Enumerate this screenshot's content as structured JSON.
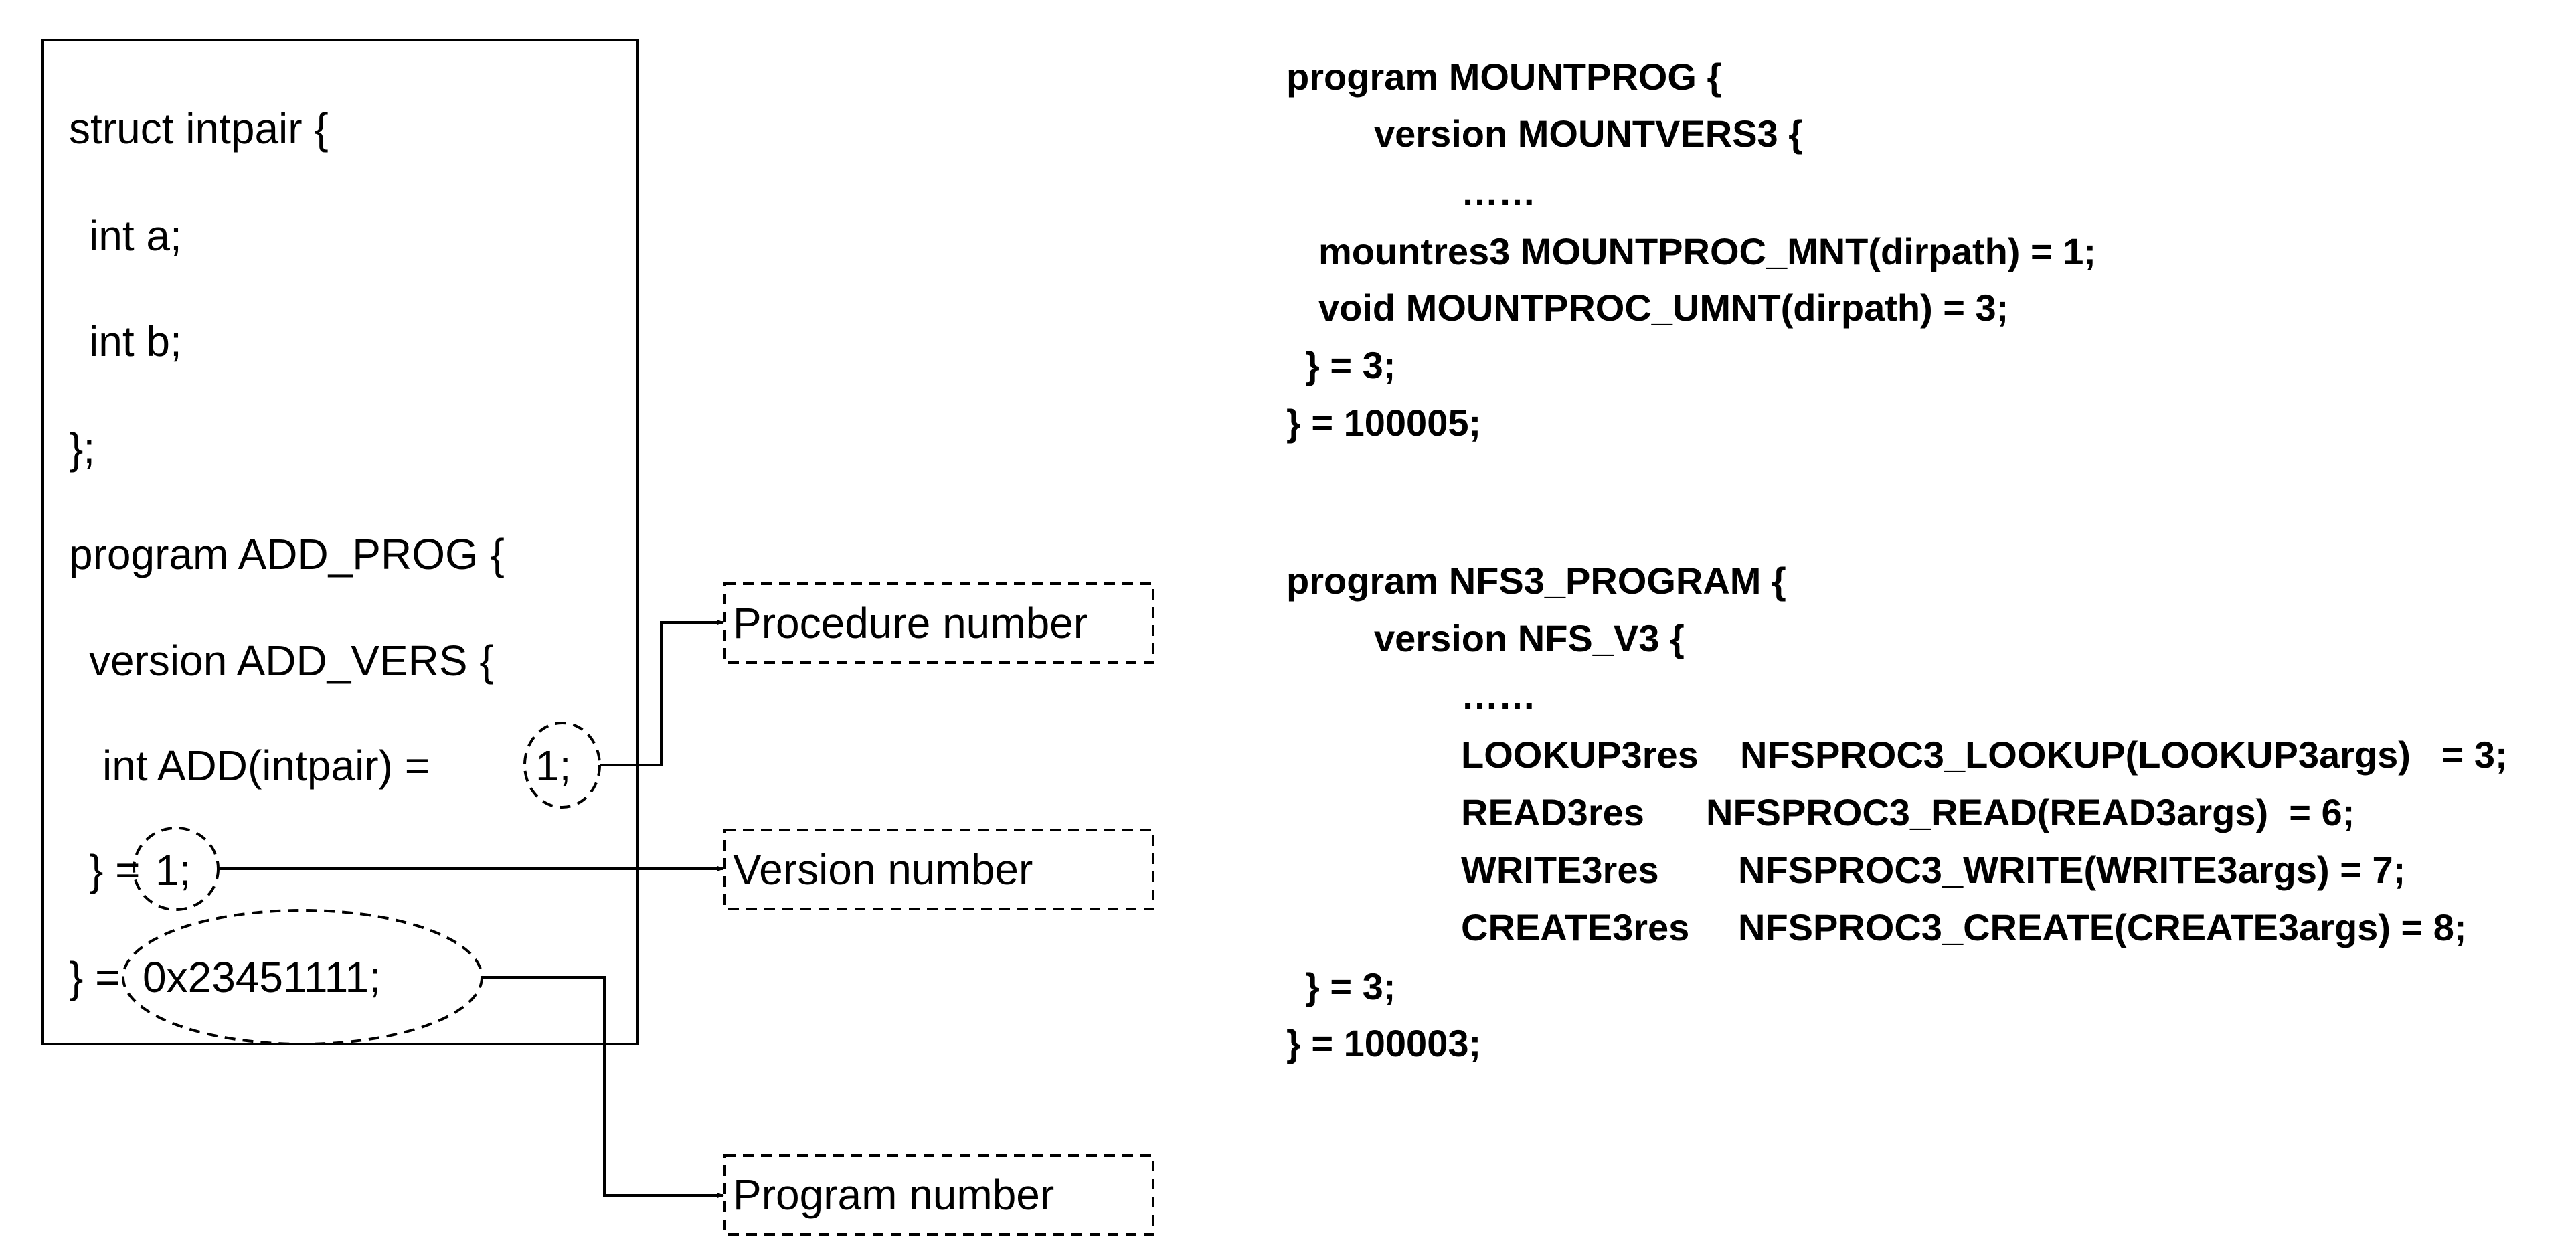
{
  "left_code": {
    "l1": "struct intpair {",
    "l2": "int a;",
    "l3": "int b;",
    "l4": "};",
    "l5": "program ADD_PROG {",
    "l6": "version ADD_VERS {",
    "l7_prefix": "int ADD(intpair) =",
    "l7_value": "1;",
    "l8_prefix": "} =",
    "l8_value": "1;",
    "l9_prefix": "} =",
    "l9_value": "0x23451111;"
  },
  "labels": {
    "procedure": "Procedure number",
    "version": "Version number",
    "program": "Program number"
  },
  "mount_code": {
    "l1": "program MOUNTPROG {",
    "l2": "version MOUNTVERS3 {",
    "l3": "……",
    "l4": "mountres3 MOUNTPROC_MNT(dirpath) = 1;",
    "l5": "void MOUNTPROC_UMNT(dirpath) = 3;",
    "l6": "} = 3;",
    "l7": "} = 100005;"
  },
  "nfs_code": {
    "l1": "program NFS3_PROGRAM {",
    "l2": "version NFS_V3 {",
    "l3": "……",
    "rows": [
      {
        "res": "LOOKUP3res",
        "proc": "NFSPROC3_LOOKUP(LOOKUP3args)   = 3;"
      },
      {
        "res": "READ3res",
        "proc": "NFSPROC3_READ(READ3args)  = 6;"
      },
      {
        "res": "WRITE3res",
        "proc": "NFSPROC3_WRITE(WRITE3args) = 7;"
      },
      {
        "res": "CREATE3res",
        "proc": "NFSPROC3_CREATE(CREATE3args) = 8;"
      }
    ],
    "l8": "} = 3;",
    "l9": "} = 100003;"
  }
}
